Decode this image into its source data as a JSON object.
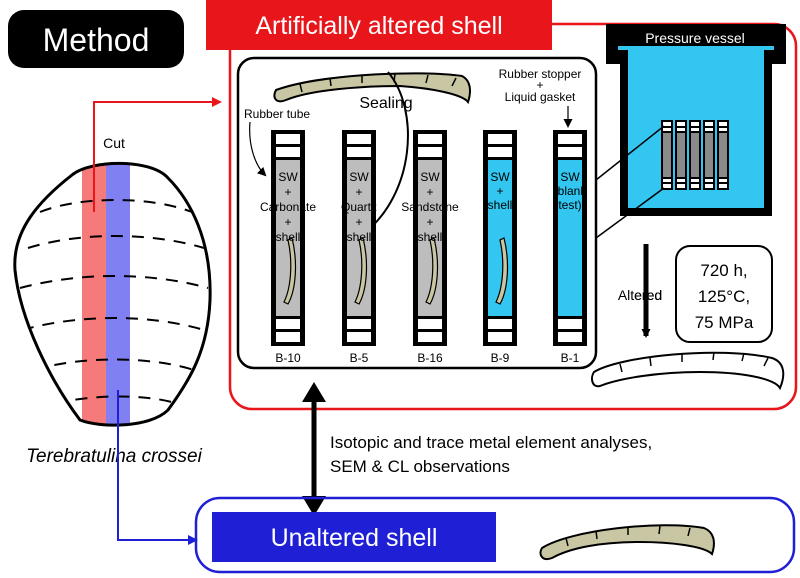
{
  "method_label": "Method",
  "artificial_title": "Artificially altered shell",
  "unaltered_title": "Unaltered shell",
  "pressure_vessel_label": "Pressure vessel",
  "sealing_label": "Sealing",
  "rubber_tube_label": "Rubber tube",
  "stopper_label_1": "Rubber stopper",
  "stopper_label_plus": "+",
  "stopper_label_2": "Liquid gasket",
  "cut_label": "Cut",
  "species_label": "Terebratulina crossei",
  "altered_label": "Altered",
  "conditions": [
    "720 h,",
    "125°C,",
    "75 MPa"
  ],
  "analyses_line_1": "Isotopic and trace metal element analyses,",
  "analyses_line_2": "SEM & CL observations",
  "tubes": [
    {
      "id": "B-10",
      "lines": [
        "SW",
        "+",
        "Carbonate",
        "+",
        "shell"
      ],
      "fill": "gray"
    },
    {
      "id": "B-5",
      "lines": [
        "SW",
        "+",
        "Quartz",
        "+",
        "shell"
      ],
      "fill": "gray"
    },
    {
      "id": "B-16",
      "lines": [
        "SW",
        "+",
        "Sandstone",
        "+",
        "shell"
      ],
      "fill": "gray"
    },
    {
      "id": "B-9",
      "lines": [
        "SW",
        "+",
        "shell"
      ],
      "fill": "blue"
    },
    {
      "id": "B-1",
      "lines": [
        "SW",
        "(blank",
        "test)"
      ],
      "fill": "blue"
    }
  ],
  "colors": {
    "red": "#e8161b",
    "blue": "#1f1fd6",
    "cyan": "#33c6f0",
    "gray": "#bdbdbd",
    "shell": "#c9c6a3",
    "black": "#000000",
    "pink": "#f77a7a",
    "lavender": "#8080f2"
  }
}
